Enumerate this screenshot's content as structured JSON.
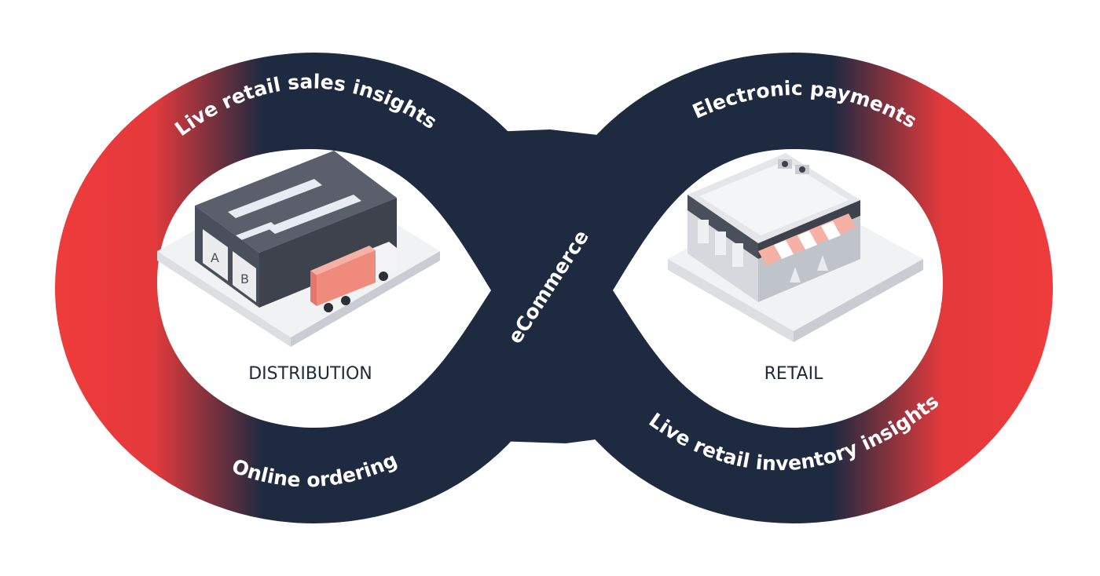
{
  "loop_labels": {
    "top_left": "Live retail sales insights",
    "top_right": "Electronic payments",
    "bottom_left": "Online ordering",
    "bottom_right": "Live retail inventory insights",
    "center": "eCommerce"
  },
  "nodes": {
    "left": {
      "label": "DISTRIBUTION",
      "illustration": "warehouse-with-truck",
      "dock_doors": [
        "A",
        "B"
      ]
    },
    "right": {
      "label": "RETAIL",
      "illustration": "retail-storefront"
    }
  },
  "colors": {
    "navy": "#1e2a40",
    "red": "#e83a3a",
    "white": "#ffffff",
    "label_text": "#1e293b",
    "warehouse": "#4a4f5c",
    "truck_cargo": "#f08a7c"
  }
}
